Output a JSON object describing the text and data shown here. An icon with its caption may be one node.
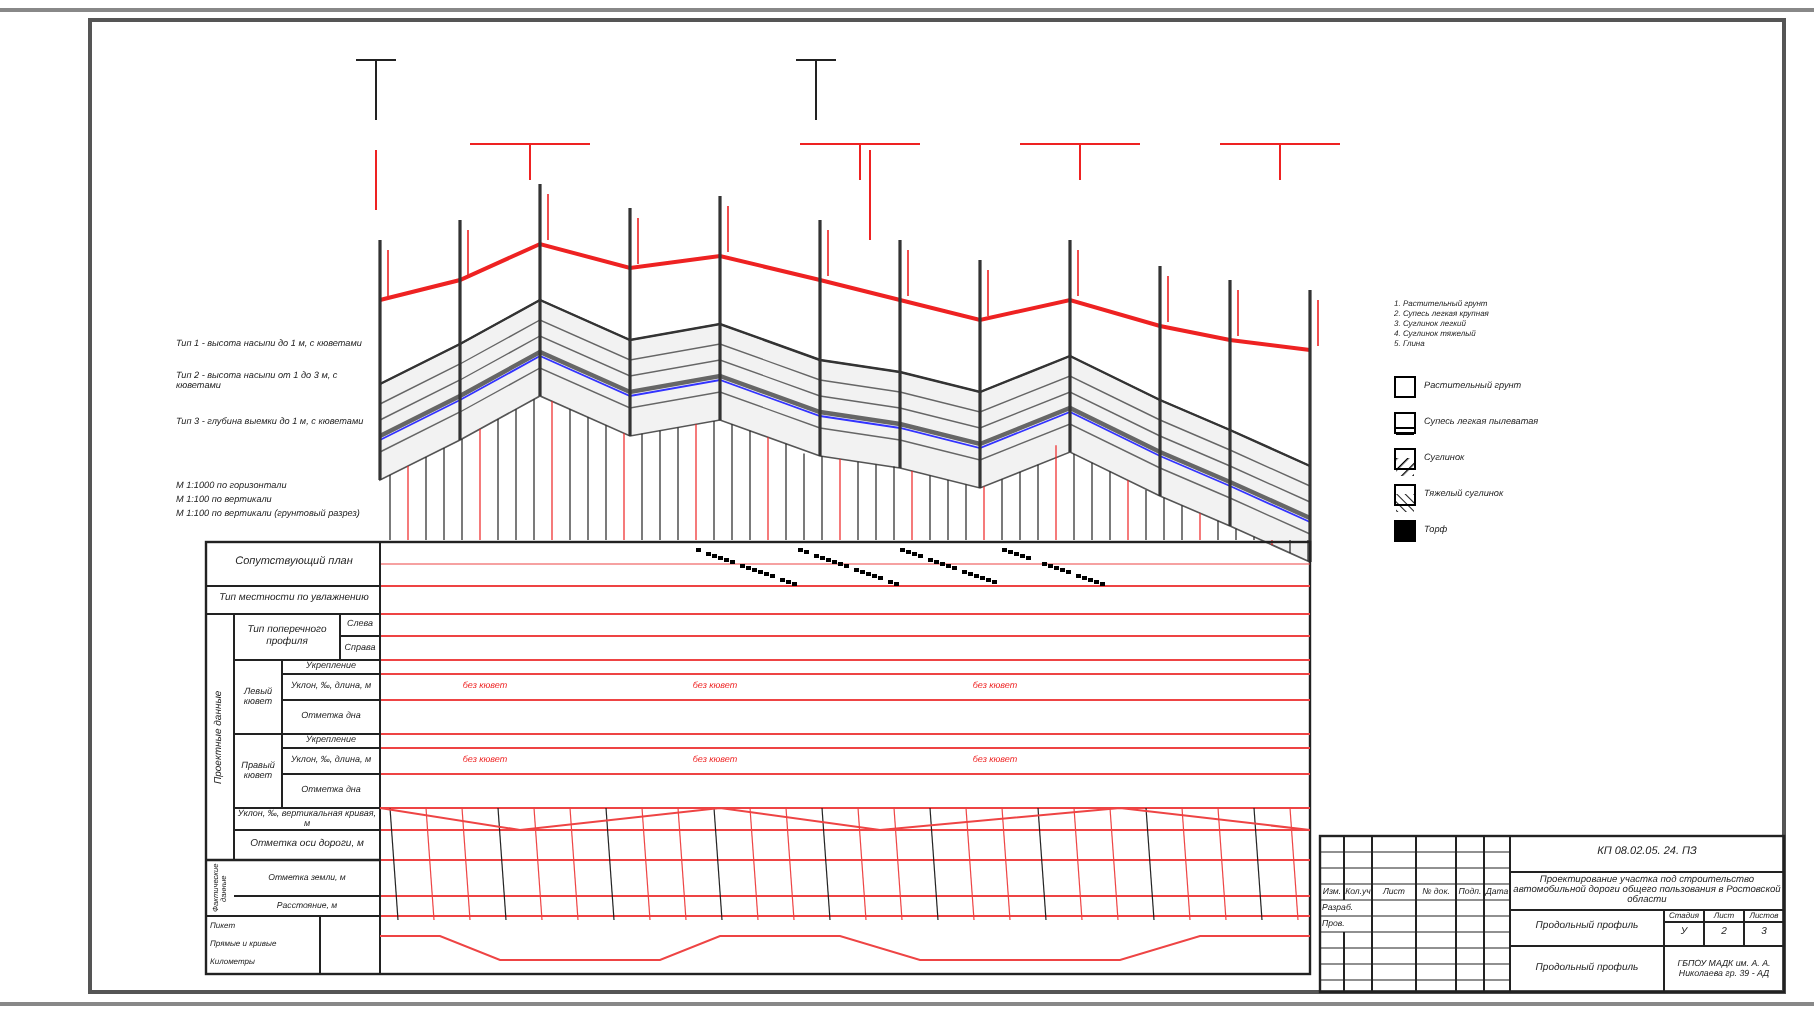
{
  "diagram": {
    "labels": [
      "Тип 1 - высота насыпи до 1 м, с кюветами",
      "Тип 2 - высота насыпи от 1 до 3 м, с кюветами",
      "Тип 3 - глубина выемки до 1 м, с кюветами",
      "М 1:1000 по горизонтали",
      "М 1:100 по вертикали",
      "М 1:100 по вертикали (грунтовый разрез)",
      "1. Растительный грунт",
      "2. Супесь легкая крупная",
      "3. Суглинок легкий",
      "4. Суглинок тяжелый",
      "5. Глина",
      "Сопутствующий план",
      "Тип местности по увлажнению",
      "Проектные данные",
      "Тип поперечного профиля",
      "Слева",
      "Справа",
      "Левый кювет",
      "Укрепление",
      "Уклон, ‰, длина, м",
      "Отметка дна",
      "Правый кювет",
      "Укрепление",
      "Уклон, ‰, длина, м",
      "Отметка дна",
      "Уклон, ‰, вертикальная кривая, м",
      "Отметка оси дороги, м",
      "Фактические данные",
      "Отметка земли, м",
      "Расстояние, м",
      "Пикет",
      "Прямые и кривые",
      "Километры",
      "без кювет",
      "без кювет",
      "без кювет",
      "без кювет",
      "без кювет",
      "без кювет",
      "КП 08.02.05. 24. ПЗ",
      "Проектирование участка под строительство автомобильной дороги общего пользования в Ростовской области",
      "Изм.",
      "Кол.уч",
      "Лист",
      "№ док.",
      "Подп.",
      "Дата",
      "Разраб.",
      "Пров.",
      "Продольный профиль",
      "Стадия",
      "Лист",
      "Листов",
      "У",
      "2",
      "3",
      "Продольный профиль",
      "ГБПОУ МАДК им. А. А. Николаева гр. 39 - АД"
    ],
    "legend": [
      {
        "text": "Растительный грунт",
        "color": "#ffffff"
      },
      {
        "text": "Супесь легкая пылеватая"
      },
      {
        "text": "Суглинок"
      },
      {
        "text": "Тяжелый суглинок"
      },
      {
        "text": "Торф",
        "color": "#000000"
      }
    ]
  }
}
